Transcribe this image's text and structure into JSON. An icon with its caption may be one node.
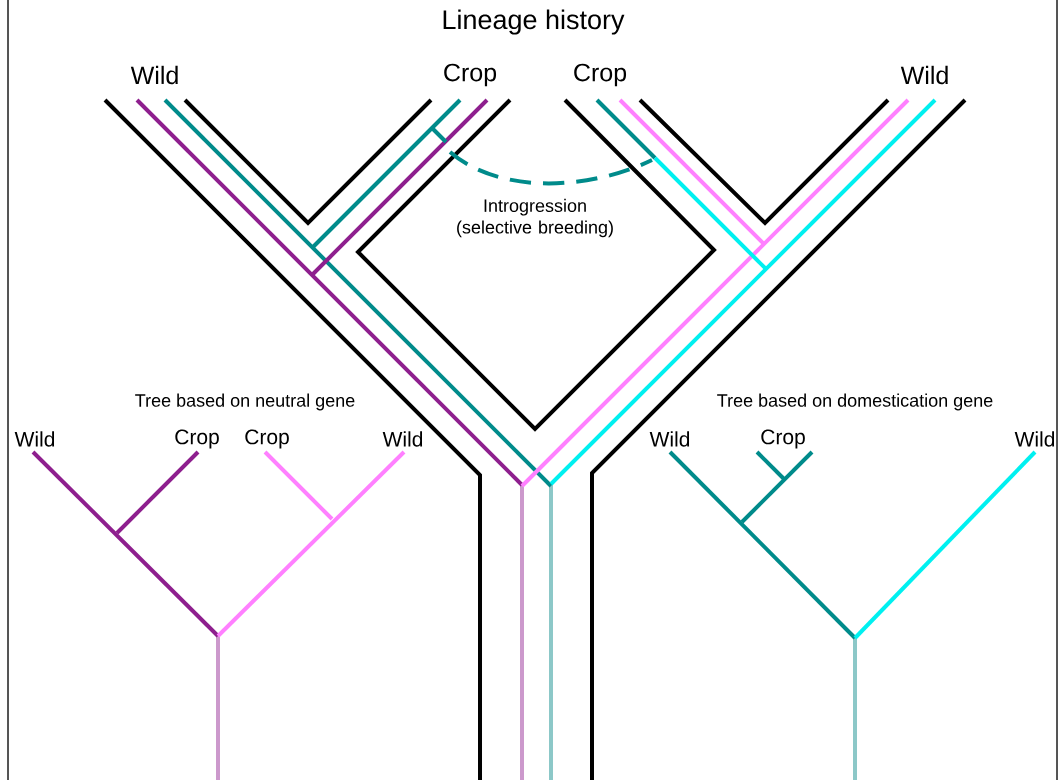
{
  "diagram": {
    "title": "Lineage history",
    "labels": [
      "Wild",
      "Crop",
      "Crop",
      "Wild",
      "Introgression (selective breeding)",
      "Tree based on neutral gene",
      "Tree based on domestication gene",
      "Wild",
      "Crop",
      "Crop",
      "Wild",
      "Wild",
      "Crop",
      "Wild"
    ]
  }
}
